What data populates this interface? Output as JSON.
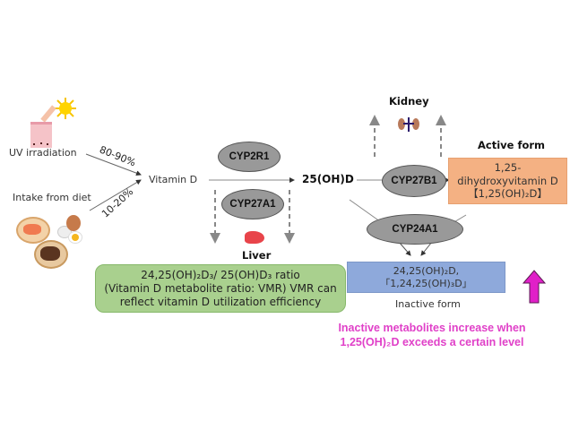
{
  "sources": {
    "uv": "UV irradiation",
    "diet": "Intake from diet",
    "uv_pct": "80-90%",
    "diet_pct": "10-20%"
  },
  "nodes": {
    "vitamin_d": "Vitamin D",
    "hydroxy25": "25(OH)D",
    "liver_label": "Liver",
    "kidney_label": "Kidney",
    "active_label": "Active form",
    "inactive_label": "Inactive form"
  },
  "enzymes": {
    "cyp2r1": "CYP2R1",
    "cyp27a1": "CYP27A1",
    "cyp27b1": "CYP27B1",
    "cyp24a1": "CYP24A1"
  },
  "active_box": {
    "line1": "1,25-",
    "line2": "dihydroxyvitamin D",
    "line3": "【1,25(OH)₂D】"
  },
  "inactive_box": {
    "line1": "24,25(OH)₂D,",
    "line2": "「1,24,25(OH)₃D」"
  },
  "vmr_box": {
    "line1": "24,25(OH)₂D₃/ 25(OH)D₃ ratio",
    "line2": "(Vitamin D metabolite ratio: VMR) VMR can",
    "line3": "reflect vitamin D utilization efficiency"
  },
  "note": {
    "line1": "Inactive metabolites increase when",
    "line2": "1,25(OH)₂D exceeds a certain level"
  },
  "colors": {
    "green_box": "#a9d08e",
    "active_box": "#f4b183",
    "inactive_box": "#8ea9db",
    "enzyme": "#999999",
    "highlight": "#e040c8"
  }
}
